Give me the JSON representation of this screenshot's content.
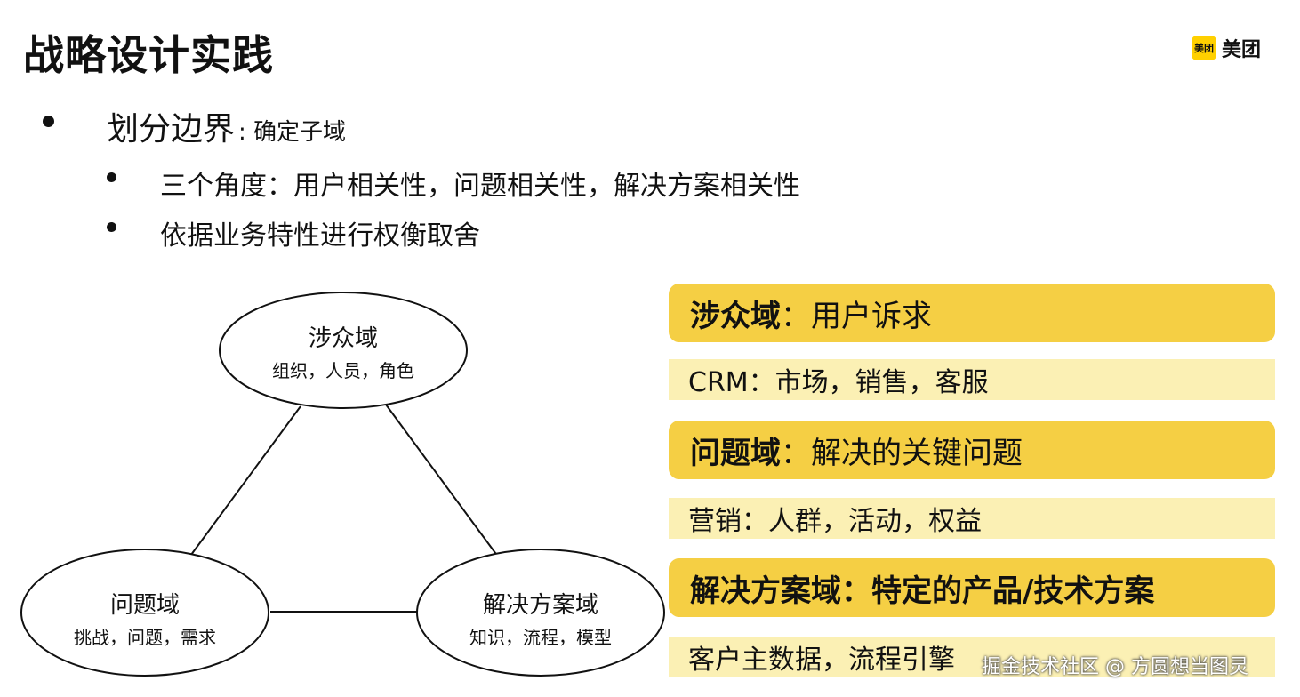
{
  "slide": {
    "title": "战略设计实践",
    "logo": {
      "badge_text": "美团",
      "text": "美团"
    },
    "bullets": {
      "main_label": "划分边界",
      "main_sub": ": 确定子域",
      "sub1": "三个角度：用户相关性，问题相关性，解决方案相关性",
      "sub2": "依据业务特性进行权衡取舍"
    }
  },
  "diagram": {
    "top": {
      "title": "涉众域",
      "sub": "组织，人员，角色"
    },
    "left": {
      "title": "问题域",
      "sub": "挑战，问题，需求"
    },
    "right": {
      "title": "解决方案域",
      "sub": "知识，流程，模型"
    }
  },
  "panels": {
    "p1_head_strong": "涉众域",
    "p1_head_rest": "：用户诉求",
    "p1_sub": "CRM：市场，销售，客服",
    "p2_head_strong": "问题域",
    "p2_head_rest": "：解决的关键问题",
    "p2_sub": "营销：人群，活动，权益",
    "p3_head_strong": "解决方案域：特定的产品/技术方案",
    "p3_sub": "客户主数据，流程引擎"
  },
  "watermark": "掘金技术社区 @ 方圆想当图灵",
  "colors": {
    "panel_head": "#F5CF44",
    "panel_sub": "#FBF0B4",
    "brand": "#FFD000"
  }
}
